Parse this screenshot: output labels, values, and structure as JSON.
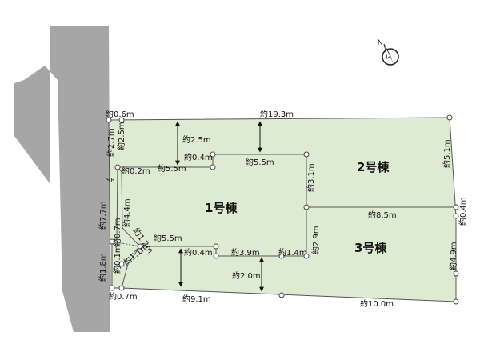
{
  "buildings": {
    "b1": "1号棟",
    "b2": "2号棟",
    "b3": "3号棟"
  },
  "compass": {
    "north": "N"
  },
  "sb_label": "SB",
  "dimensions": {
    "top_left_0_6": "約0.6m",
    "top_19_3": "約19.3m",
    "left_2_7": "約2.7m",
    "left_2_5": "約2.5m",
    "gap_2_5": "約2.5m",
    "notch_0_4_top": "約0.4m",
    "top_5_5_right": "約5.5m",
    "top_0_2": "約0.2m",
    "top_5_5_left": "約5.5m",
    "right_5_1": "約5.1m",
    "mid_3_1": "約3.1m",
    "mid_8_5": "約8.5m",
    "right_0_4": "約0.4m",
    "left_7_7": "約7.7m",
    "left_4_4": "約4.4m",
    "corner_0_7": "約0.7m",
    "corner_1_2": "約1.2m",
    "corner_1_1": "約1.1m",
    "bottom_5_5": "約5.5m",
    "notch_0_4_bottom": "約0.4m",
    "bottom_3_9": "約3.9m",
    "bottom_1_4": "約1.4m",
    "mid_2_9": "約2.9m",
    "right_4_9": "約4.9m",
    "left_1_8": "約1.8m",
    "left_0_1": "約0.1m",
    "gap_2_0": "約2.0m",
    "bottom_0_7": "約0.7m",
    "bottom_9_1": "約9.1m",
    "bottom_10_0": "約10.0m"
  },
  "colors": {
    "road": "#a6a6a6",
    "land": "#ddebd3",
    "boundary": "#555555",
    "background": "#ffffff"
  }
}
